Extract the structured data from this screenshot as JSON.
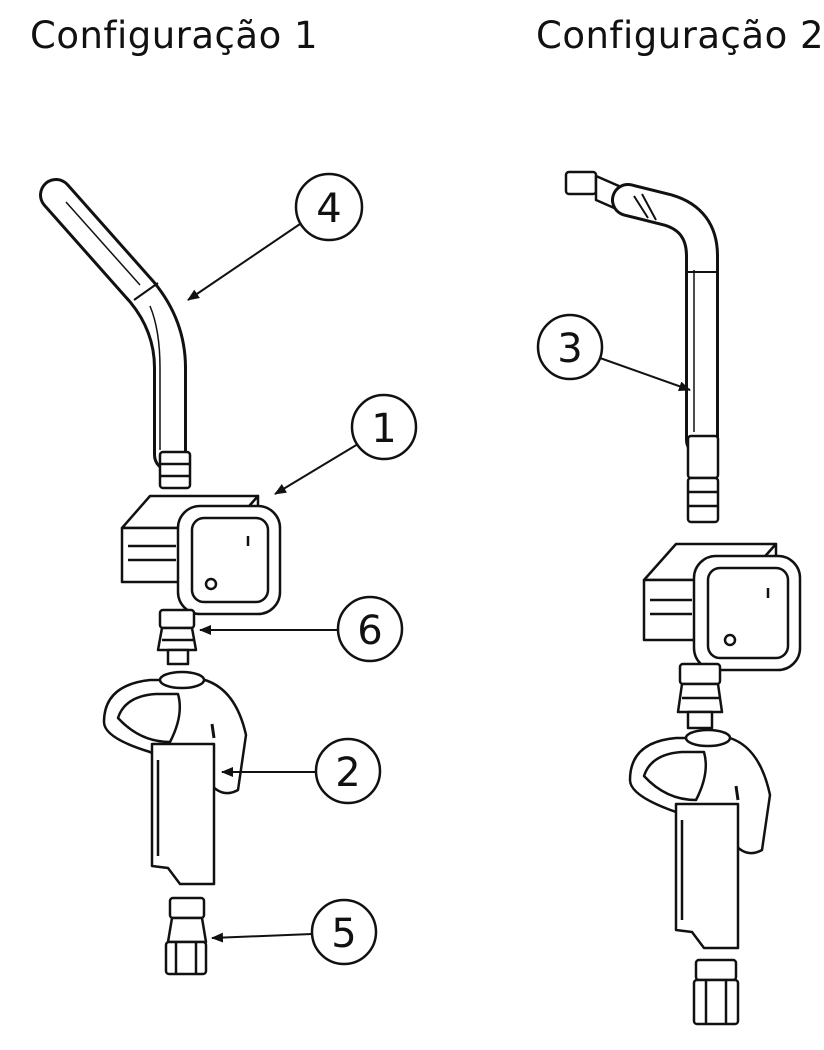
{
  "configurations": [
    {
      "title": "Configuração 1",
      "callouts": [
        {
          "number": "4",
          "part": "extension-tube"
        },
        {
          "number": "1",
          "part": "digital-meter"
        },
        {
          "number": "6",
          "part": "swivel-adapter"
        },
        {
          "number": "2",
          "part": "dispensing-gun"
        },
        {
          "number": "5",
          "part": "inlet-fitting"
        }
      ]
    },
    {
      "title": "Configuração 2",
      "callouts": [
        {
          "number": "3",
          "part": "extension-tube"
        }
      ]
    }
  ]
}
